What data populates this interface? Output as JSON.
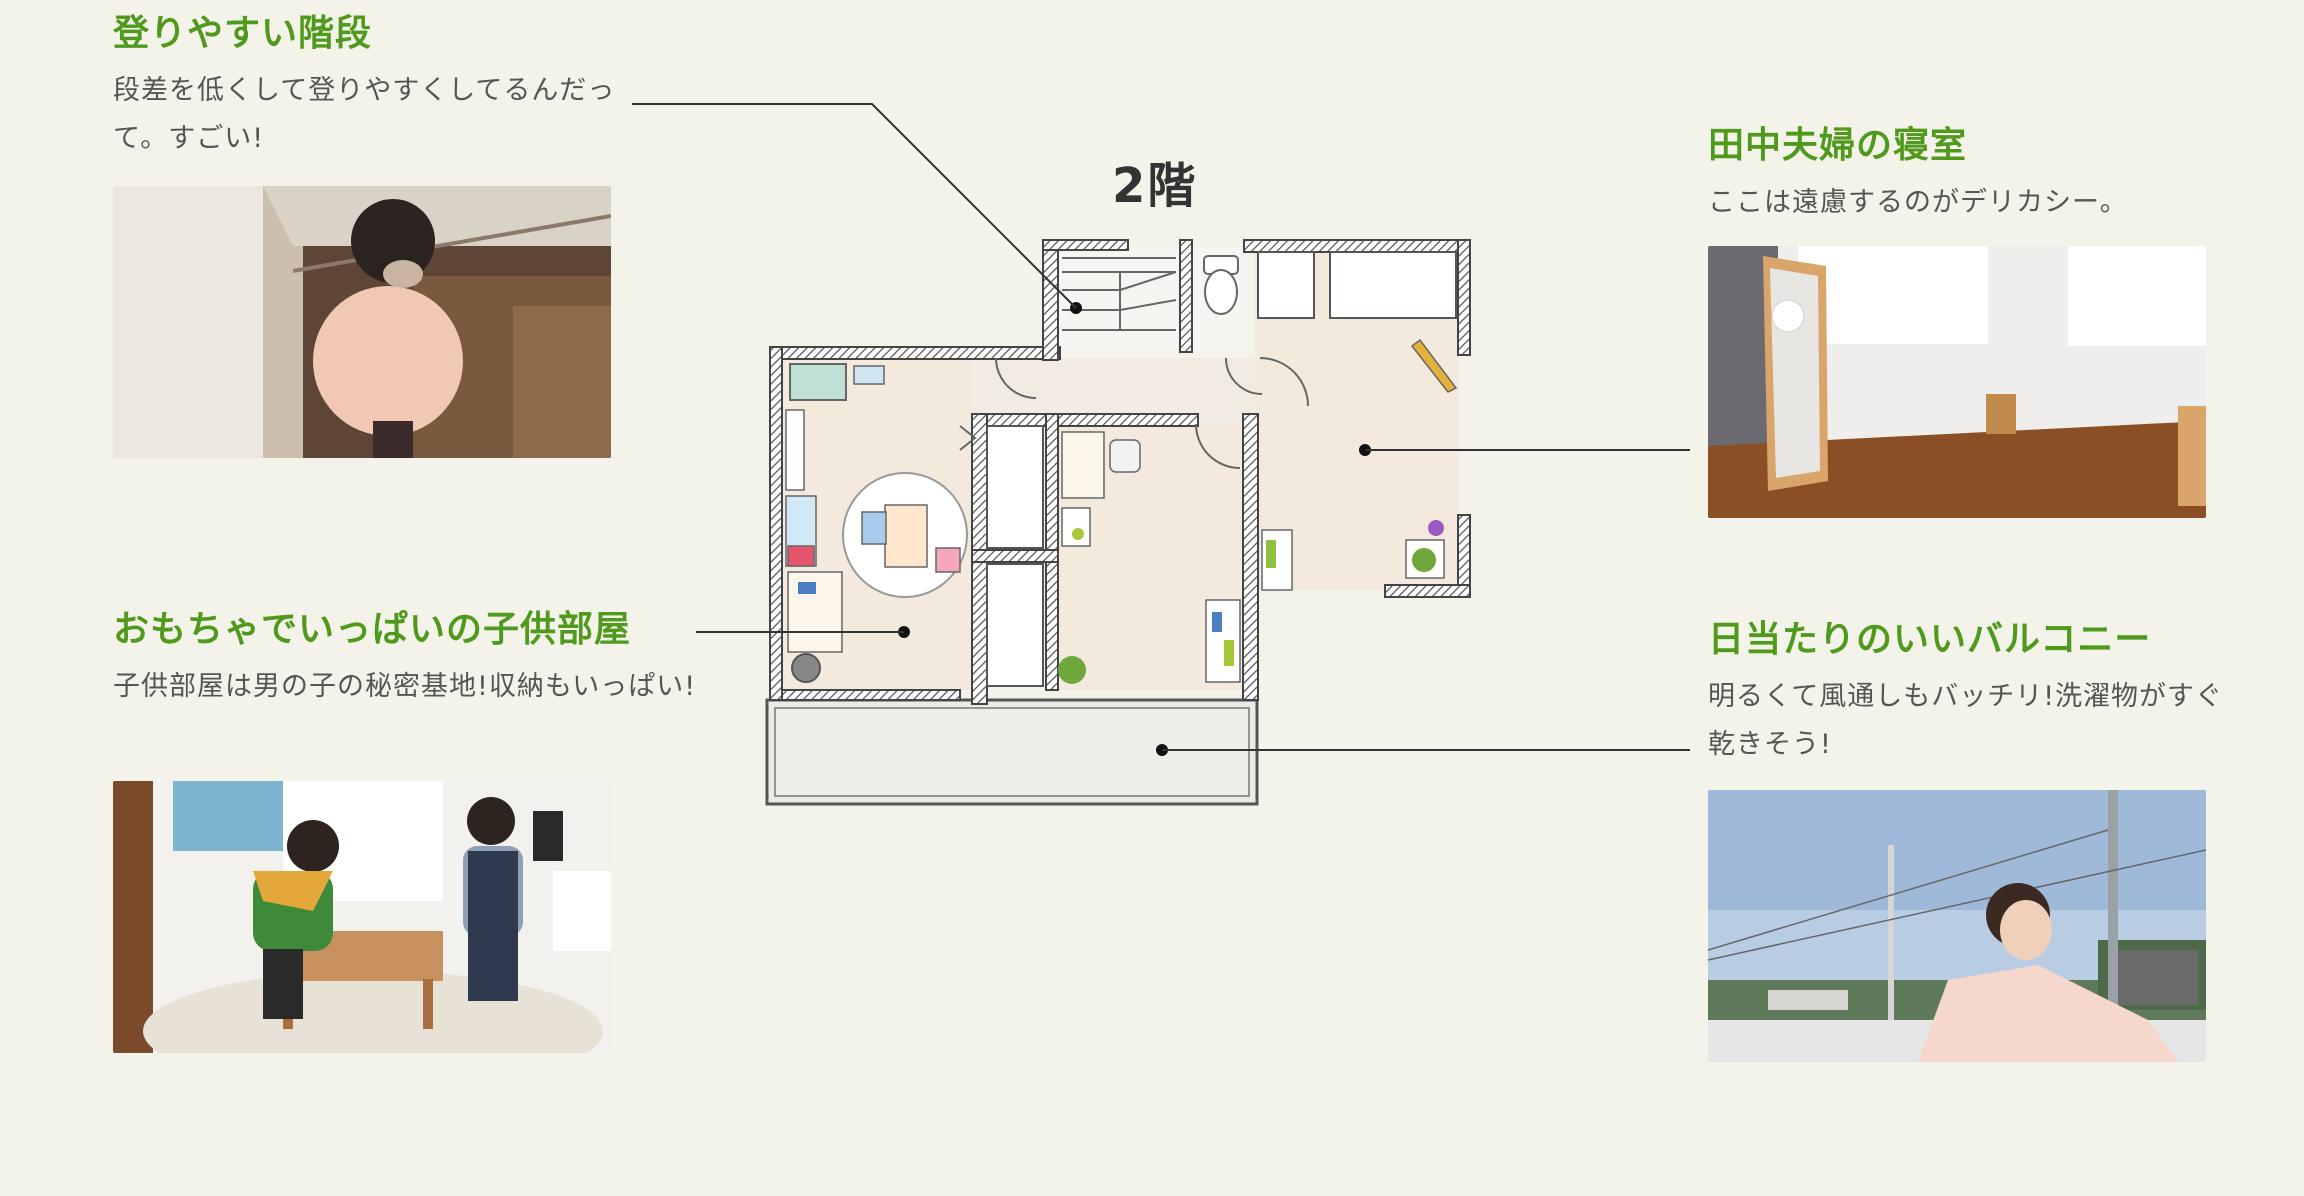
{
  "floor_label": "2階",
  "callouts": {
    "stairs": {
      "title": "登りやすい階段",
      "text": "段差を低くして登りやすくしてるんだって。すごい!"
    },
    "bedroom": {
      "title": "田中夫婦の寝室",
      "text": "ここは遠慮するのがデリカシー。"
    },
    "kids_room": {
      "title": "おもちゃでいっぱいの子供部屋",
      "text": "子供部屋は男の子の秘密基地!収納もいっぱい!"
    },
    "balcony": {
      "title": "日当たりのいいバルコニー",
      "text": "明るくて風通しもバッチリ!洗濯物がすぐ乾きそう!"
    }
  },
  "colors": {
    "background": "#f4f3ea",
    "heading_green": "#4f9a1c",
    "body_text": "#555555",
    "room_floor": "#f3e9dc",
    "wall": "#666666"
  }
}
